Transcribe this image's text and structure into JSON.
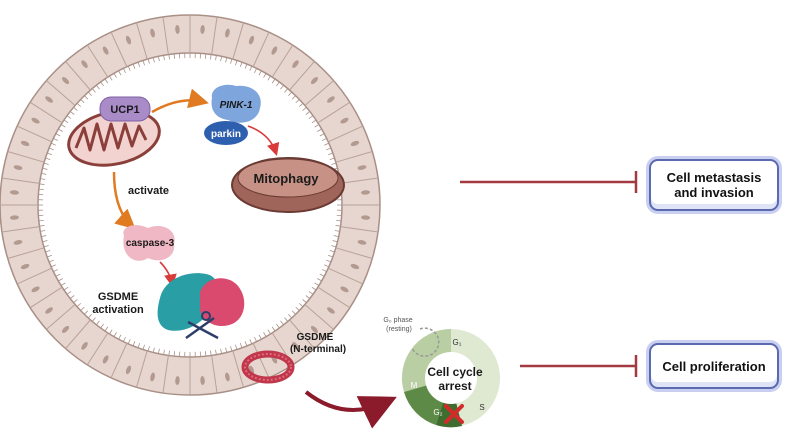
{
  "labels": {
    "ucp1": "UCP1",
    "pink1": "PINK-1",
    "parkin": "parkin",
    "mitophagy": "Mitophagy",
    "activate": "activate",
    "caspase3": "caspase-3",
    "gsdme_activation_line1": "GSDME",
    "gsdme_activation_line2": "activation",
    "gsdme_nterm_line1": "GSDME",
    "gsdme_nterm_line2": "(N-terminal)"
  },
  "cell_cycle": {
    "title_line1": "Cell cycle",
    "title_line2": "arrest",
    "g0_line1": "G₀ phase",
    "g0_line2": "(resting)",
    "g1": "G₁",
    "s": "S",
    "g2": "G₂",
    "m": "M"
  },
  "outcomes": {
    "metastasis_line1": "Cell metastasis",
    "metastasis_line2": "and invasion",
    "proliferation": "Cell proliferation"
  },
  "colors": {
    "cell_fill": "#e6d6cf",
    "cell_border": "#a99087",
    "nucleus": "#b39a90",
    "inhibit": "#a23a3f",
    "activate_arrow": "#e07b22",
    "red_arrow": "#d93b3b",
    "box_border": "#5b6ab0"
  }
}
